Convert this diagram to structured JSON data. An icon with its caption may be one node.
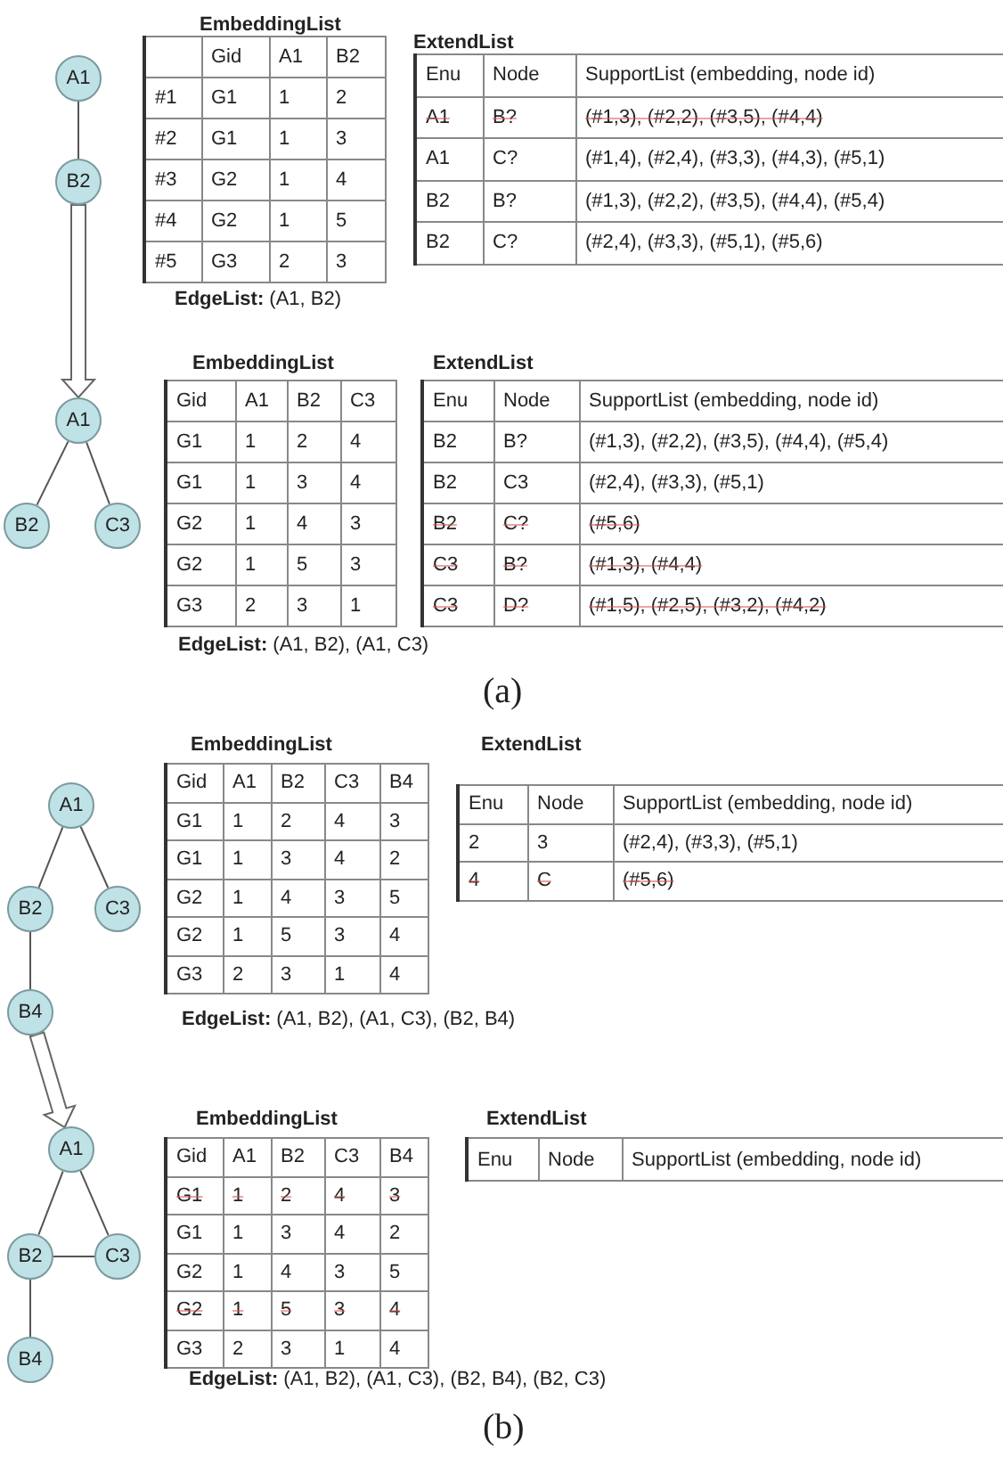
{
  "diagram": {
    "nodes": [
      {
        "text": [
          "A1"
        ]
      },
      {
        "text": [
          "B2"
        ]
      },
      {
        "text": [
          "A1"
        ]
      },
      {
        "text": [
          "B2"
        ]
      },
      {
        "text": [
          "C3"
        ]
      },
      {
        "text": [
          "A1"
        ]
      },
      {
        "text": [
          "B2"
        ]
      },
      {
        "text": [
          "C3"
        ]
      },
      {
        "text": [
          "B4"
        ]
      },
      {
        "text": [
          "A1"
        ]
      },
      {
        "text": [
          "B2"
        ]
      },
      {
        "text": [
          "C3"
        ]
      },
      {
        "text": [
          "B4"
        ]
      }
    ],
    "edges": [
      {
        "from": 0,
        "to": 1,
        "arrow": "none"
      },
      {
        "from": 1,
        "to": 2,
        "arrow": "to",
        "style": "thick"
      },
      {
        "from": 2,
        "to": 3,
        "arrow": "none"
      },
      {
        "from": 2,
        "to": 4,
        "arrow": "none"
      },
      {
        "from": 5,
        "to": 6,
        "arrow": "none"
      },
      {
        "from": 5,
        "to": 7,
        "arrow": "none"
      },
      {
        "from": 6,
        "to": 8,
        "arrow": "none"
      },
      {
        "from": 8,
        "to": 9,
        "arrow": "to",
        "style": "thick"
      },
      {
        "from": 9,
        "to": 10,
        "arrow": "none"
      },
      {
        "from": 9,
        "to": 11,
        "arrow": "none"
      },
      {
        "from": 10,
        "to": 12,
        "arrow": "none"
      },
      {
        "from": 10,
        "to": 11,
        "arrow": "none"
      }
    ],
    "labels": [
      "EmbeddingList",
      "Gid",
      "A1",
      "B2",
      "#1",
      "G1",
      "1",
      "2",
      "#2",
      "G1",
      "1",
      "3",
      "#3",
      "G2",
      "1",
      "4",
      "#4",
      "G2",
      "1",
      "5",
      "#5",
      "G3",
      "2",
      "3",
      "ExtendList",
      "Enu",
      "Node",
      "SupportList (embedding, node id)",
      "A1",
      "B?",
      "(#1,3), (#2,2), (#3,5), (#4,4)",
      "A1",
      "C?",
      "(#1,4), (#2,4), (#3,3), (#4,3), (#5,1)",
      "B2",
      "B?",
      "(#1,3), (#2,2), (#3,5), (#4,4), (#5,4)",
      "B2",
      "C?",
      "(#2,4), (#3,3), (#5,1), (#5,6)",
      "**EdgeList:** (A1, B2)",
      "EmbeddingList",
      "Gid",
      "A1",
      "B2",
      "C3",
      "G1",
      "1",
      "2",
      "4",
      "G1",
      "1",
      "3",
      "4",
      "G2",
      "1",
      "4",
      "3",
      "G2",
      "1",
      "5",
      "3",
      "G3",
      "2",
      "3",
      "1",
      "ExtendList",
      "Enu",
      "Node",
      "SupportList (embedding, node id)",
      "B2",
      "B?",
      "(#1,3), (#2,2), (#3,5), (#4,4), (#5,4)",
      "B2",
      "C3",
      "(#2,4), (#3,3), (#5,1)",
      "B2",
      "C?",
      "(#5,6)",
      "C3",
      "B?",
      "(#1,3), (#4,4)",
      "C3",
      "D?",
      "(#1,5), (#2,5), (#3,2), (#4,2)",
      "**EdgeList:** (A1, B2), (A1, C3)",
      "(a)",
      "EmbeddingList",
      "Gid",
      "A1",
      "B2",
      "C3",
      "B4",
      "G1",
      "1",
      "2",
      "4",
      "3",
      "G1",
      "1",
      "3",
      "4",
      "2",
      "G2",
      "1",
      "4",
      "3",
      "5",
      "G2",
      "1",
      "5",
      "3",
      "4",
      "G3",
      "2",
      "3",
      "1",
      "4",
      "ExtendList",
      "Enu",
      "Node",
      "SupportList (embedding, node id)",
      "2",
      "3",
      "(#2,4), (#3,3), (#5,1)",
      "4",
      "C",
      "(#5,6)",
      "**EdgeList:** (A1, B2), (A1, C3), (B2, B4)",
      "EmbeddingList",
      "Gid",
      "A1",
      "B2",
      "C3",
      "B4",
      "G1",
      "1",
      "2",
      "4",
      "3",
      "G1",
      "1",
      "3",
      "4",
      "2",
      "G2",
      "1",
      "4",
      "3",
      "5",
      "G2",
      "1",
      "5",
      "3",
      "4",
      "G3",
      "2",
      "3",
      "1",
      "4",
      "ExtendList",
      "Enu",
      "Node",
      "SupportList (embedding, node id)",
      "**EdgeList:** (A1, B2), (A1, C3), (B2, B4), (B2, C3)",
      "(b)"
    ]
  }
}
